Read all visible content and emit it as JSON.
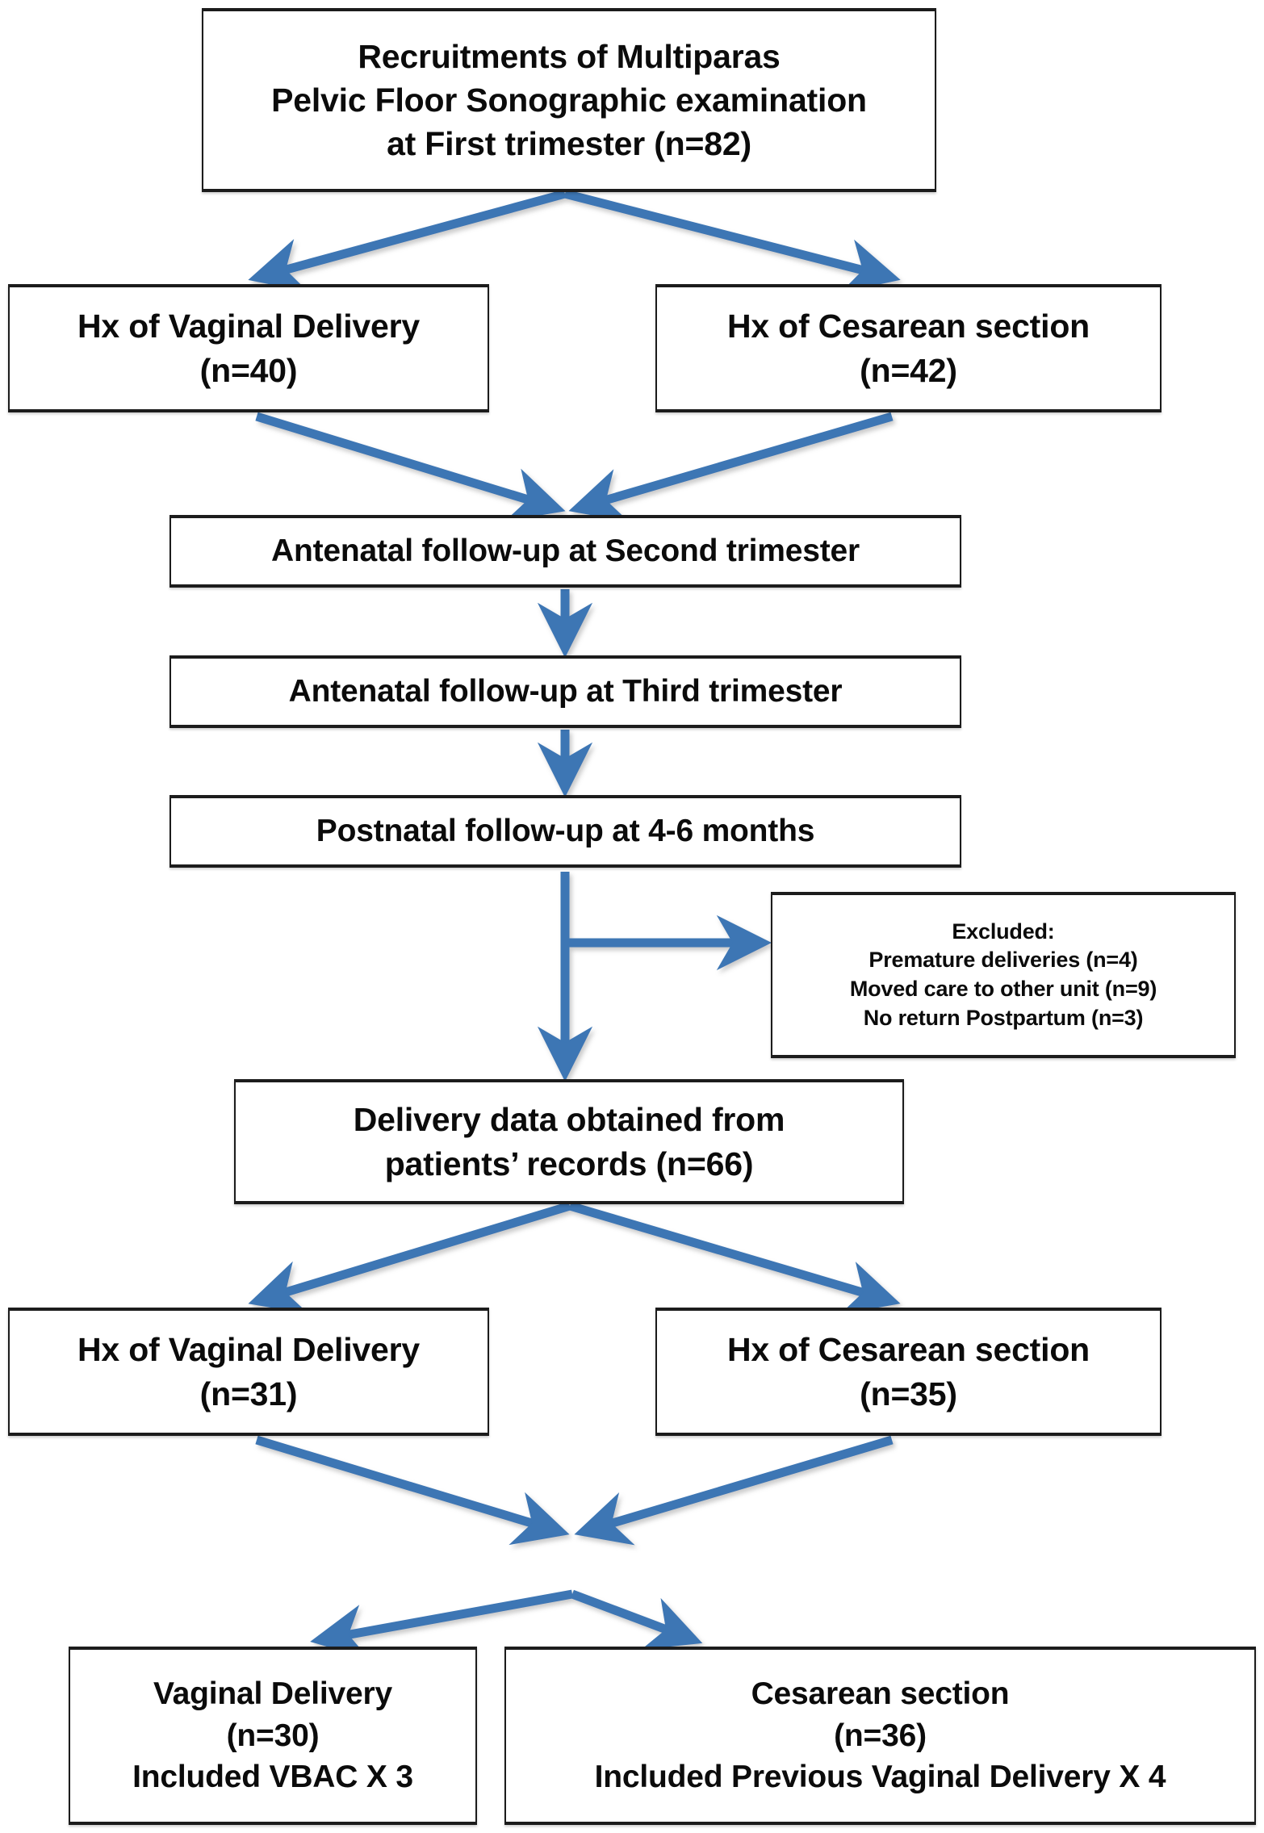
{
  "diagram": {
    "title": "Study recruitment and follow-up flow diagram",
    "accent_color": "#3C76B4",
    "box_border_color": "#1C1C1C",
    "background_color": "#FFFFFF"
  },
  "nodes": {
    "recruitment": {
      "id": "recruitment",
      "lines": [
        "Recruitments of Multiparas",
        "Pelvic Floor Sonographic examination",
        "at First trimester (n=82)"
      ],
      "n": 82
    },
    "hx_vaginal_delivery_1": {
      "id": "hx-vaginal-delivery-first",
      "lines": [
        "Hx of Vaginal Delivery",
        "(n=40)"
      ],
      "n": 40
    },
    "hx_cesarean_section_1": {
      "id": "hx-cesarean-section-first",
      "lines": [
        "Hx of Cesarean section",
        "(n=42)"
      ],
      "n": 42
    },
    "antenatal_second": {
      "id": "antenatal-second-trimester",
      "lines": [
        "Antenatal follow-up at Second trimester"
      ]
    },
    "antenatal_third": {
      "id": "antenatal-third-trimester",
      "lines": [
        "Antenatal follow-up at Third trimester"
      ]
    },
    "postnatal": {
      "id": "postnatal-follow-up",
      "lines": [
        "Postnatal follow-up at 4-6 months"
      ]
    },
    "excluded": {
      "id": "excluded",
      "lines": [
        "Excluded:",
        "Premature deliveries (n=4)",
        "Moved care to other unit (n=9)",
        "No return Postpartum (n=3)"
      ],
      "counts": {
        "premature_deliveries": 4,
        "moved_care": 9,
        "no_return_postpartum": 3
      }
    },
    "delivery_data": {
      "id": "delivery-data",
      "lines": [
        "Delivery data obtained from",
        "patients’ records (n=66)"
      ],
      "n": 66
    },
    "hx_vaginal_delivery_2": {
      "id": "hx-vaginal-delivery-final",
      "lines": [
        "Hx of Vaginal Delivery",
        "(n=31)"
      ],
      "n": 31
    },
    "hx_cesarean_section_2": {
      "id": "hx-cesarean-section-final",
      "lines": [
        "Hx of Cesarean section",
        "(n=35)"
      ],
      "n": 35
    },
    "final_vaginal_delivery": {
      "id": "final-vaginal-delivery",
      "lines": [
        "Vaginal Delivery",
        "(n=30)",
        "Included VBAC X 3"
      ],
      "n": 30,
      "vbac": 3
    },
    "final_cesarean_section": {
      "id": "final-cesarean-section",
      "lines": [
        "Cesarean section",
        "(n=36)",
        "Included Previous Vaginal Delivery X 4"
      ],
      "n": 36,
      "previous_vaginal_delivery": 4
    }
  },
  "edges": [
    {
      "name": "recruitment-to-hx-vd-1",
      "from": "recruitment",
      "to": "hx_vaginal_delivery_1"
    },
    {
      "name": "recruitment-to-hx-cs-1",
      "from": "recruitment",
      "to": "hx_cesarean_section_1"
    },
    {
      "name": "hx-vd-1-to-antenatal-2nd",
      "from": "hx_vaginal_delivery_1",
      "to": "antenatal_second"
    },
    {
      "name": "hx-cs-1-to-antenatal-2nd",
      "from": "hx_cesarean_section_1",
      "to": "antenatal_second"
    },
    {
      "name": "antenatal-2nd-to-3rd",
      "from": "antenatal_second",
      "to": "antenatal_third"
    },
    {
      "name": "antenatal-3rd-to-postnatal",
      "from": "antenatal_third",
      "to": "postnatal"
    },
    {
      "name": "postnatal-to-excluded",
      "from": "postnatal",
      "to": "excluded"
    },
    {
      "name": "postnatal-to-delivery-data",
      "from": "postnatal",
      "to": "delivery_data"
    },
    {
      "name": "delivery-to-hx-vd-2",
      "from": "delivery_data",
      "to": "hx_vaginal_delivery_2"
    },
    {
      "name": "delivery-to-hx-cs-2",
      "from": "delivery_data",
      "to": "hx_cesarean_section_2"
    },
    {
      "name": "hx-vd-2-to-junction",
      "from": "hx_vaginal_delivery_2",
      "to": "junction"
    },
    {
      "name": "hx-cs-2-to-junction",
      "from": "hx_cesarean_section_2",
      "to": "junction"
    },
    {
      "name": "junction-to-final-vd",
      "from": "junction",
      "to": "final_vaginal_delivery"
    },
    {
      "name": "junction-to-final-cs",
      "from": "junction",
      "to": "final_cesarean_section"
    }
  ]
}
